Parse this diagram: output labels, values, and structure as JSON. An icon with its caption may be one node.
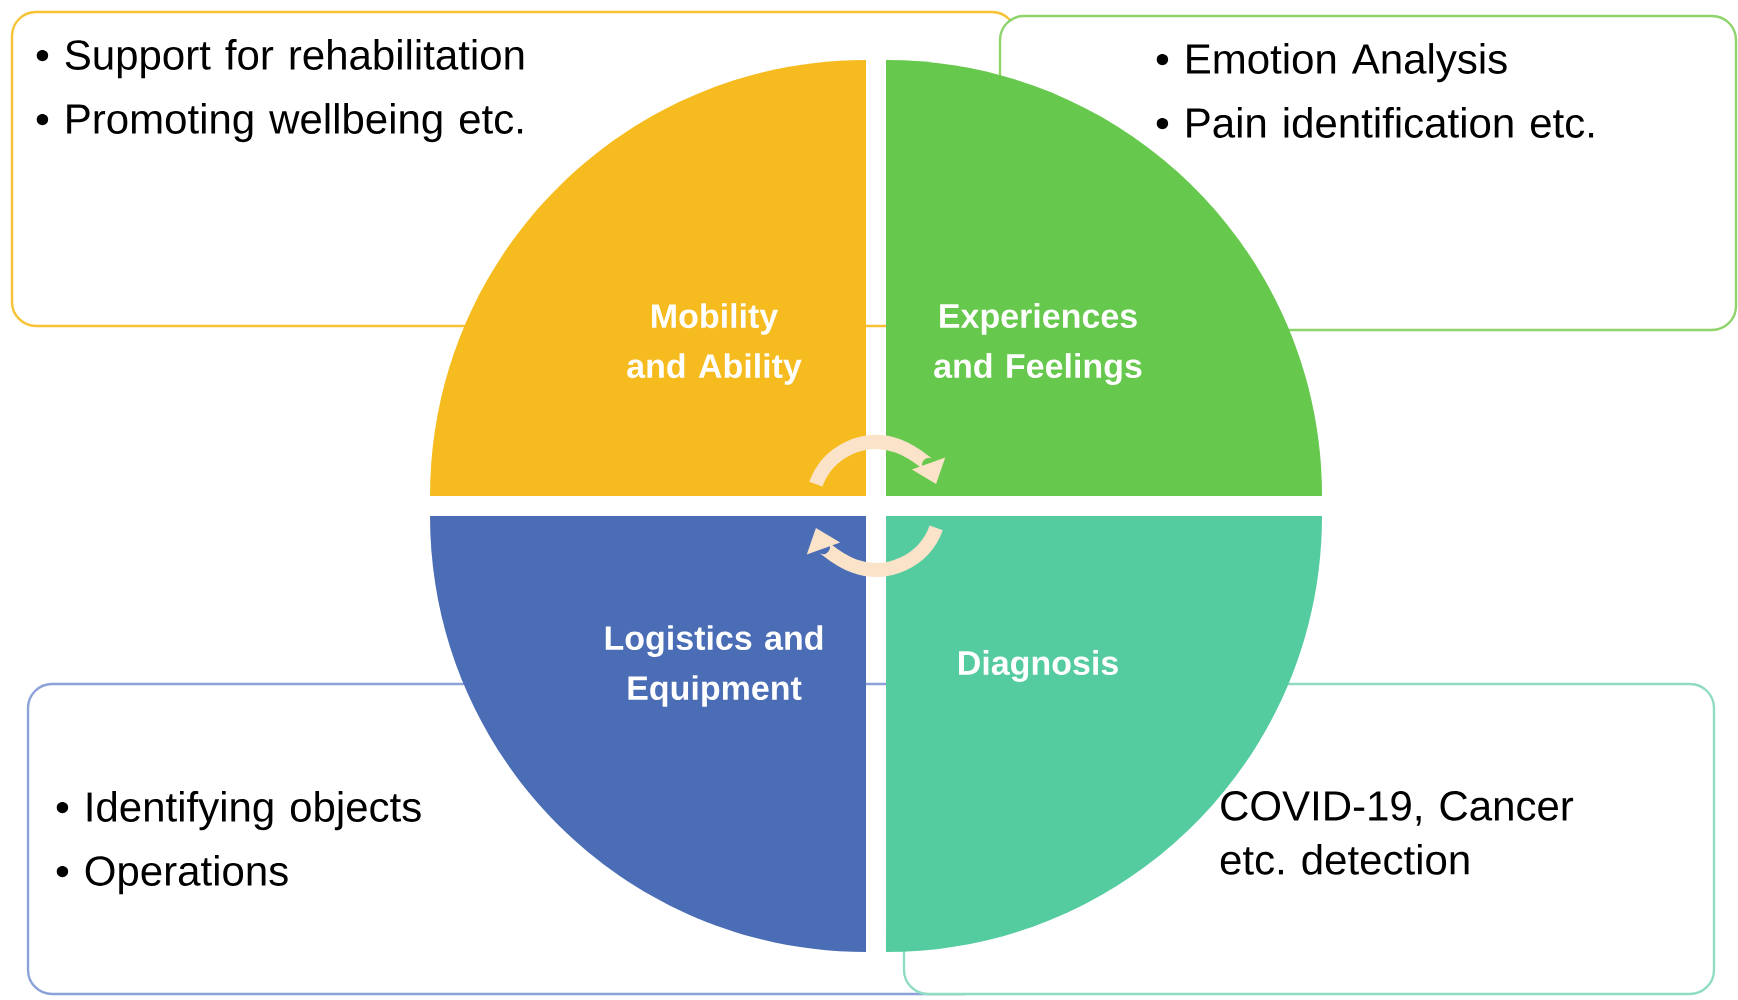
{
  "diagram": {
    "nodes": [
      {
        "text": [
          "• Support for rehabilitation",
          "• Promoting wellbeing etc."
        ]
      },
      {
        "text": [
          "• Emotion Analysis",
          "• Pain identification etc."
        ]
      },
      {
        "text": [
          "Mobility and Ability"
        ]
      },
      {
        "text": [
          "Experiences and Feelings"
        ]
      },
      {
        "text": [
          "Logistics and Equipment"
        ]
      },
      {
        "text": [
          "Diagnosis"
        ]
      },
      {
        "text": [
          "• Identifying objects",
          "• Operations"
        ]
      },
      {
        "text": [
          "COVID-19, Cancer etc. detection"
        ]
      }
    ],
    "edges": [
      {
        "from": 2,
        "to": 3,
        "arrow": "to"
      },
      {
        "from": 5,
        "to": 4,
        "arrow": "to"
      }
    ]
  }
}
